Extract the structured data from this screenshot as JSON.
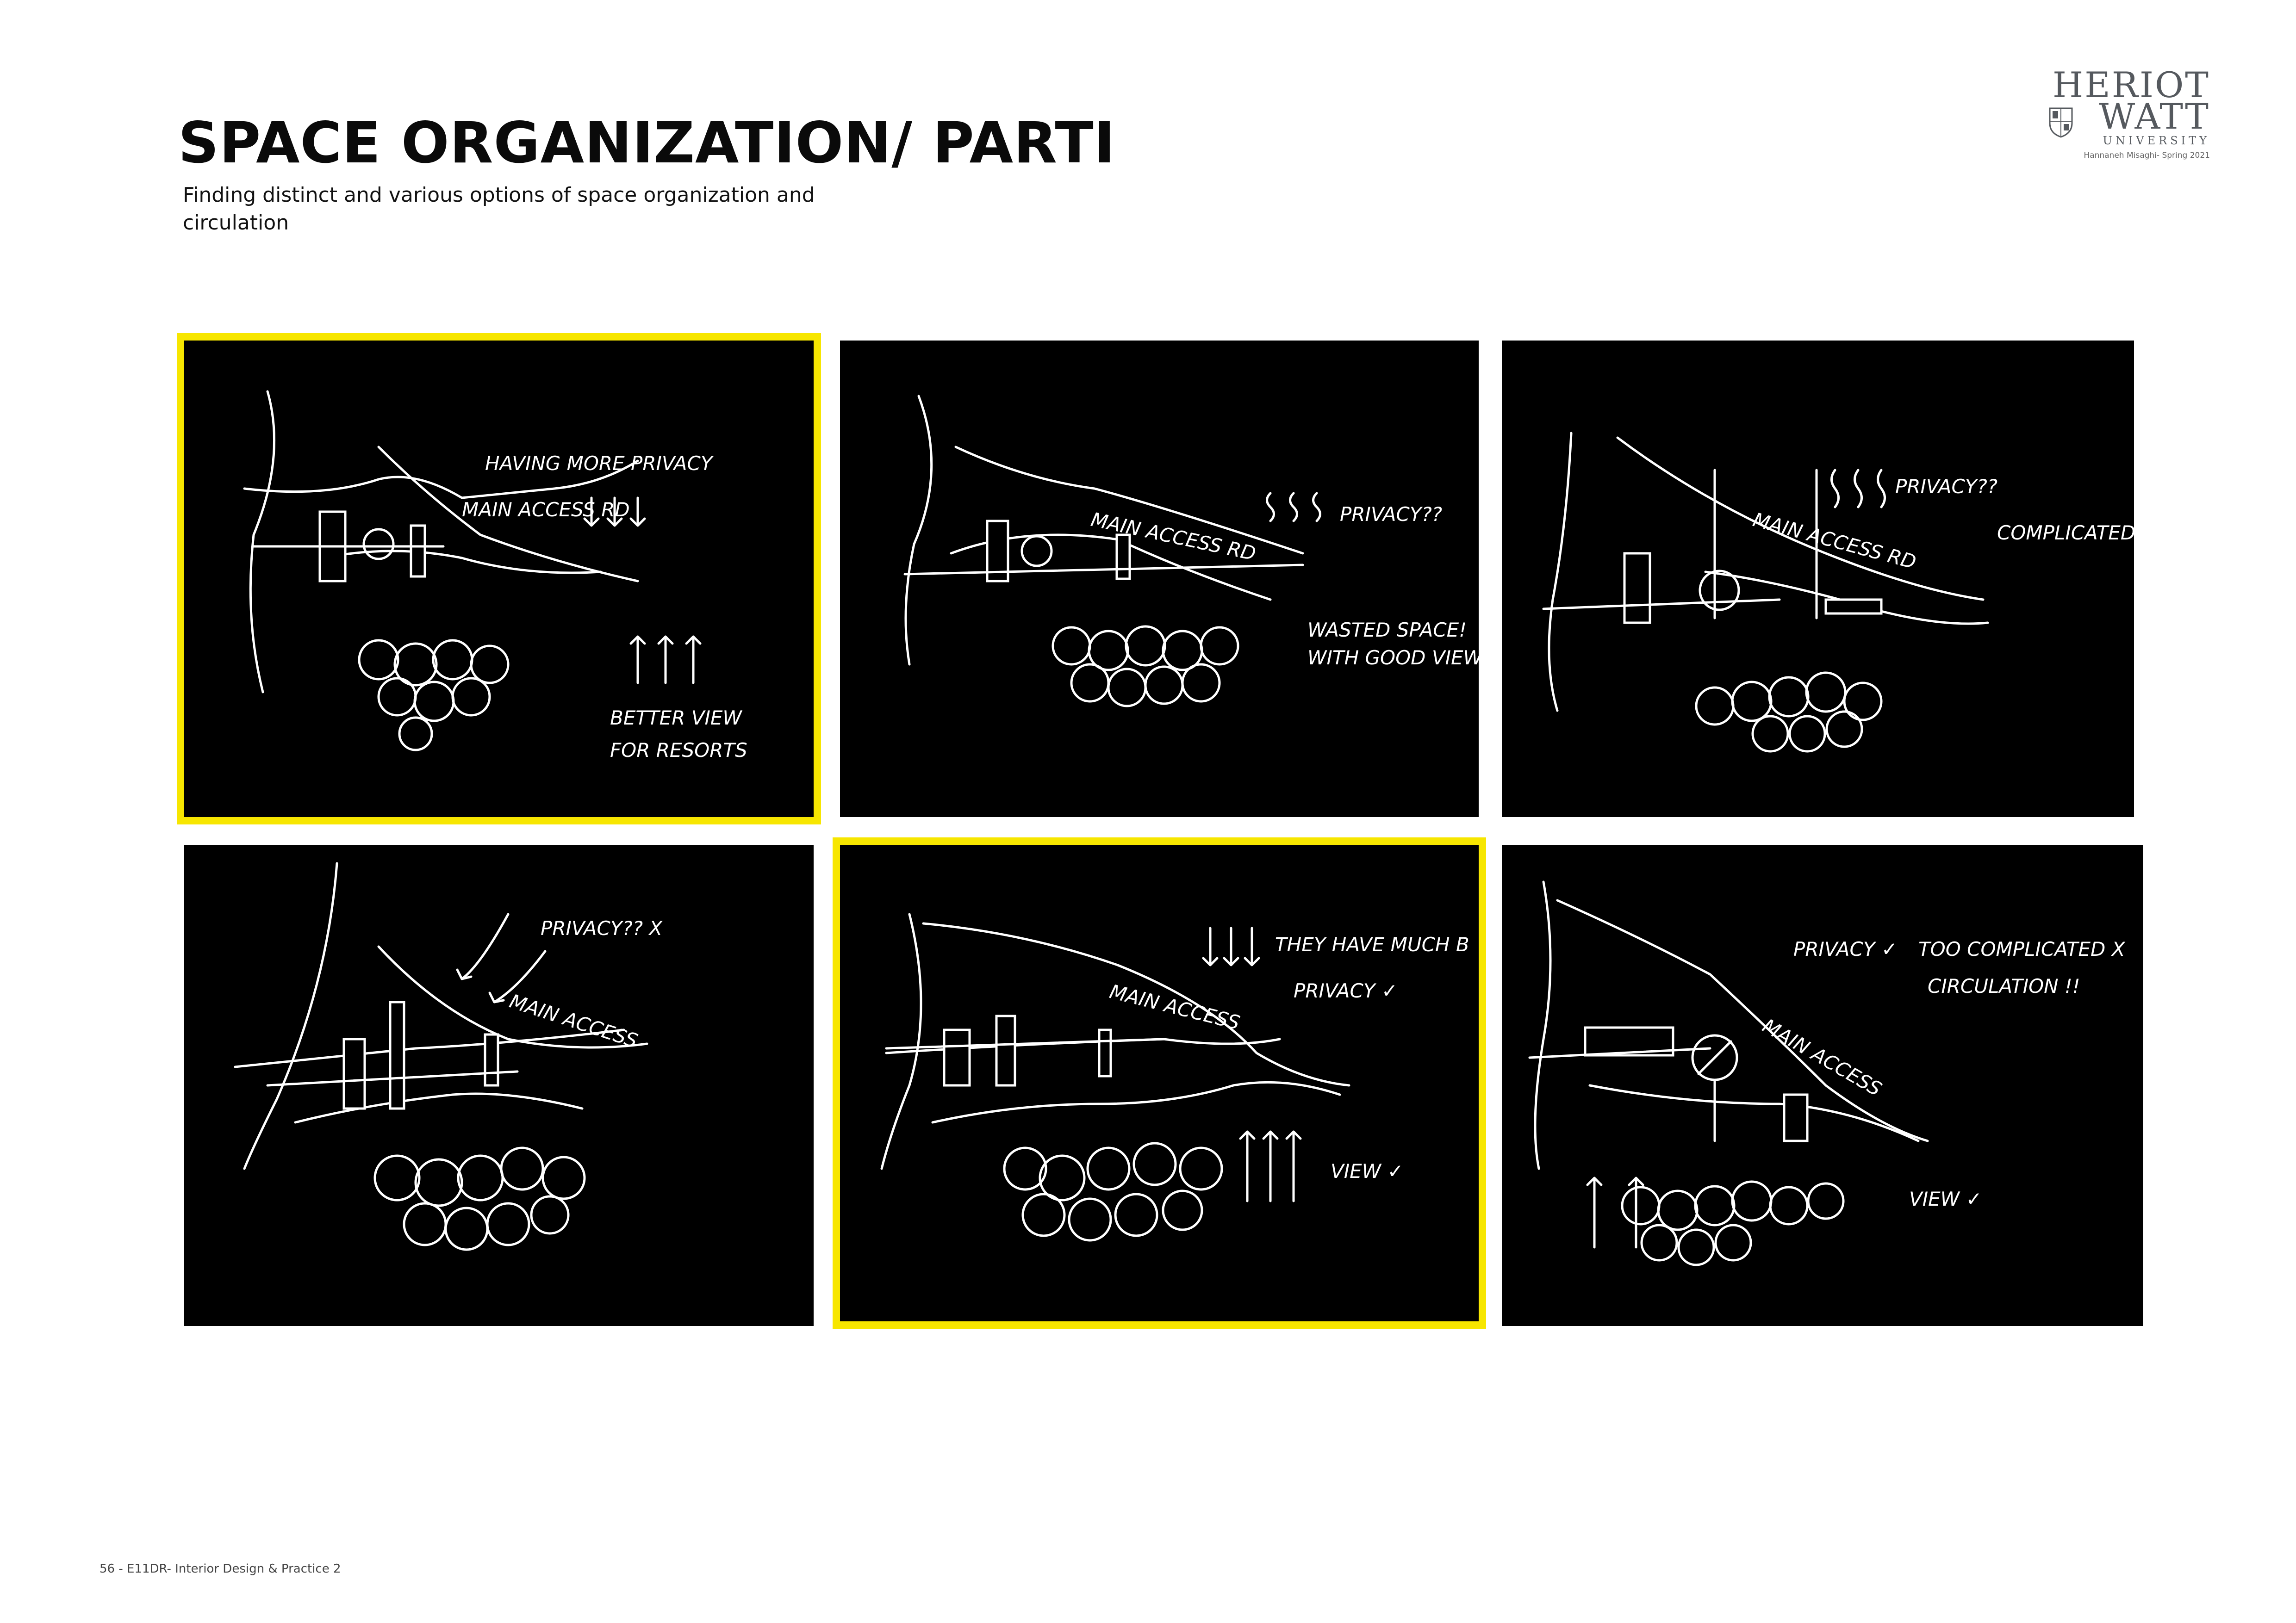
{
  "header": {
    "title": "SPACE ORGANIZATION/ PARTI",
    "subtitle": "Finding distinct and various options of space organization and circulation"
  },
  "logo": {
    "line1": "HERIOT",
    "line2": "WATT",
    "line3": "UNIVERSITY",
    "credit": "Hannaneh Misaghi- Spring 2021"
  },
  "sketches": [
    {
      "notes": [
        "HAVING MORE PRIVACY",
        "MAIN ACCESS RD",
        "BETTER VIEW",
        "FOR RESORTS"
      ],
      "highlighted": true
    },
    {
      "notes": [
        "MAIN ACCESS RD",
        "PRIVACY??",
        "WASTED SPACE!",
        "WITH GOOD VIEW"
      ],
      "highlighted": false
    },
    {
      "notes": [
        "PRIVACY??",
        "COMPLICATED",
        "MAIN ACCESS RD"
      ],
      "highlighted": false
    },
    {
      "notes": [
        "PRIVACY?? X",
        "MAIN ACCESS"
      ],
      "highlighted": false
    },
    {
      "notes": [
        "THEY HAVE MUCH B",
        "PRIVACY ✓",
        "MAIN ACCESS",
        "VIEW ✓"
      ],
      "highlighted": true
    },
    {
      "notes": [
        "PRIVACY ✓",
        "TOO COMPLICATED X",
        "CIRCULATION !!",
        "MAIN ACCESS",
        "VIEW ✓"
      ],
      "highlighted": false
    }
  ],
  "footer": {
    "text": "56  - E11DR- Interior Design & Practice 2"
  },
  "colors": {
    "highlight": "#f7e600",
    "panel": "#000000",
    "sketch": "#ffffff"
  }
}
